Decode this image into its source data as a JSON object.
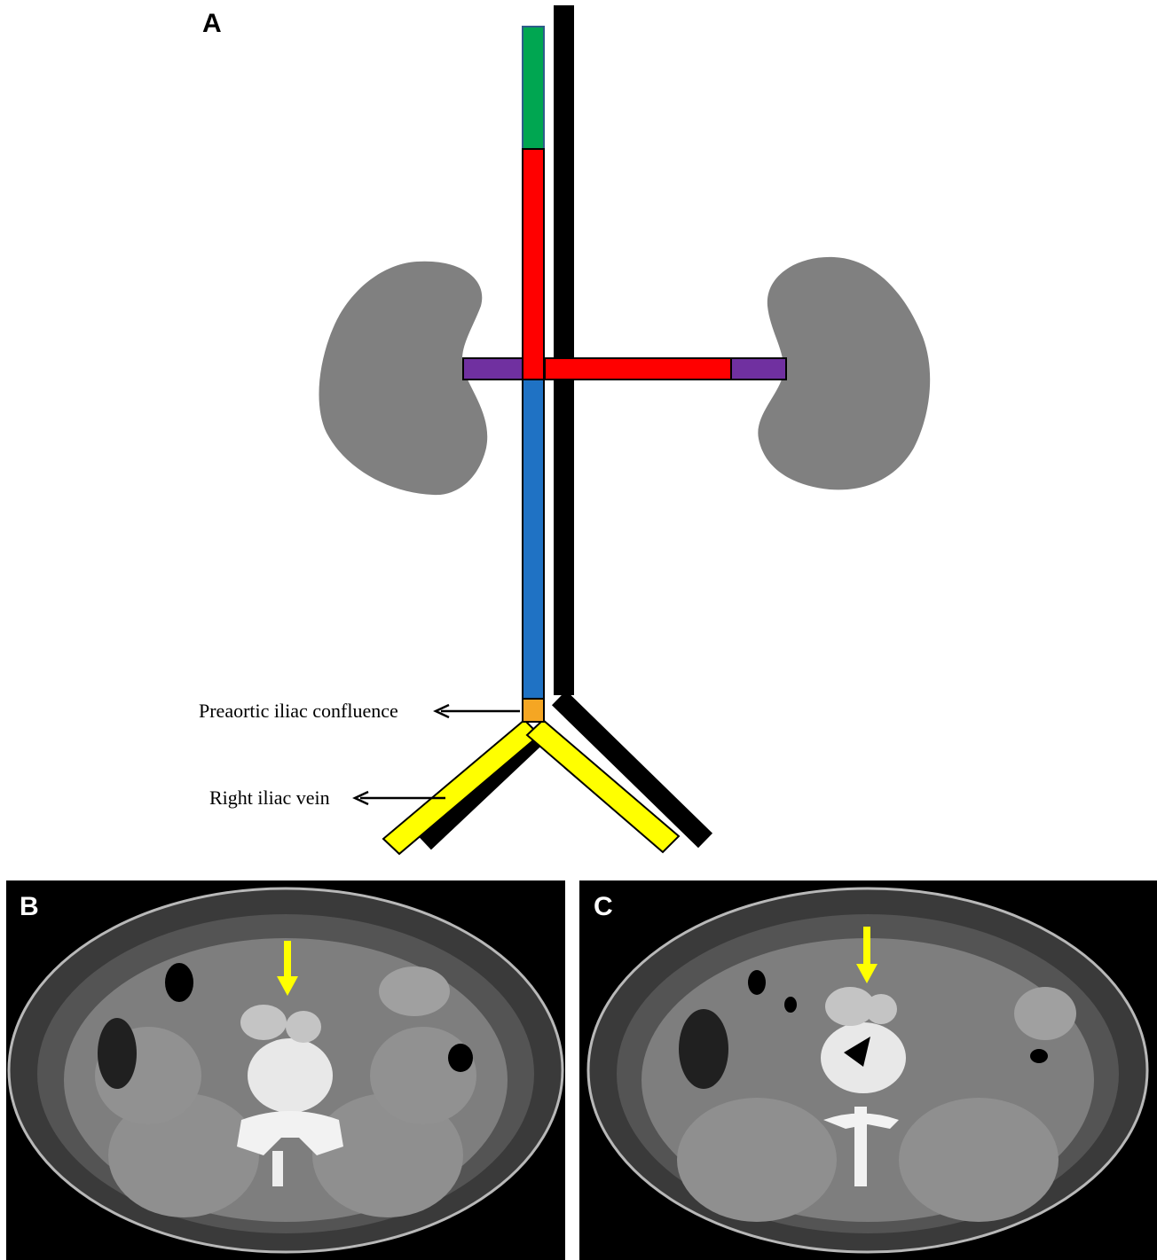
{
  "panels": {
    "a": {
      "label": "A"
    },
    "b": {
      "label": "B"
    },
    "c": {
      "label": "C"
    }
  },
  "annotations": {
    "confluence": "Preaortic iliac confluence",
    "iliac_vein": "Right iliac vein"
  },
  "colors": {
    "kidney": "#808080",
    "aorta": "#000000",
    "suprarenal_segment": "#00a651",
    "renal_segment": "#ff0000",
    "infrarenal_segment": "#1f72c4",
    "renal_vein_hilum": "#7030a0",
    "iliac_veins": "#ffff00",
    "confluence": "#f5a623",
    "ct_arrow": "#ffff00",
    "ct_arrowhead": "#000000"
  }
}
